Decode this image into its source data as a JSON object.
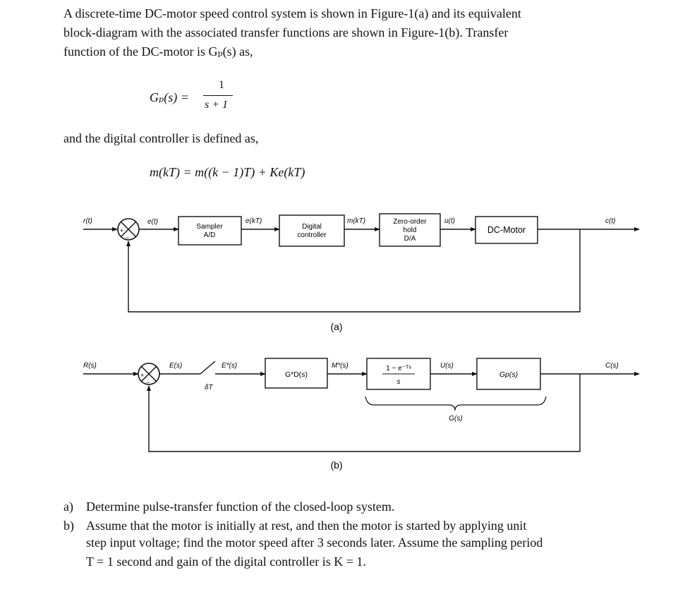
{
  "intro": {
    "line1": "A discrete-time DC-motor speed control system is shown in Figure-1(a) and its equivalent",
    "line2": "block-diagram with the associated transfer functions are shown in Figure-1(b). Transfer",
    "line3": "function of the DC-motor is Gₚ(s) as,"
  },
  "eq1": {
    "lhs": "Gₚ(s) =",
    "num": "1",
    "den": "s + 1"
  },
  "controller_text": "and the digital controller is defined as,",
  "eq2": "m(kT) = m((k − 1)T) + Ke(kT)",
  "fig_a": {
    "input": "r(t)",
    "error": "e(t)",
    "block1_line1": "Sampler",
    "block1_line2": "A/D",
    "ekT": "e(kT)",
    "block2_line1": "Digital",
    "block2_line2": "controller",
    "mkT": "m(kT)",
    "block3_line1": "Zero-order",
    "block3_line2": "hold",
    "block3_line3": "D/A",
    "ut": "u(t)",
    "block4": "DC-Motor",
    "output": "c(t)",
    "plus": "+",
    "minus": "−",
    "caption": "(a)"
  },
  "fig_b": {
    "input": "R(s)",
    "error": "E(s)",
    "sampler": "δT",
    "estar": "E*(s)",
    "gd": "G*D(s)",
    "mstar": "M*(s)",
    "zoh_num": "1 − e⁻ᵀˢ",
    "zoh_den": "s",
    "us": "U(s)",
    "gp": "Gp(s)",
    "gs": "G(s)",
    "output": "C(s)",
    "plus": "+",
    "minus": "−",
    "caption": "(b)"
  },
  "questions": {
    "a_label": "a)",
    "a_text": "Determine pulse-transfer function of the closed-loop system.",
    "b_label": "b)",
    "b_line1": "Assume that the motor is initially at rest, and then the motor is started by applying unit",
    "b_line2": "step input voltage; find the motor speed after 3 seconds later. Assume the sampling period",
    "b_line3": "T = 1 second and gain of the digital controller is K = 1."
  }
}
